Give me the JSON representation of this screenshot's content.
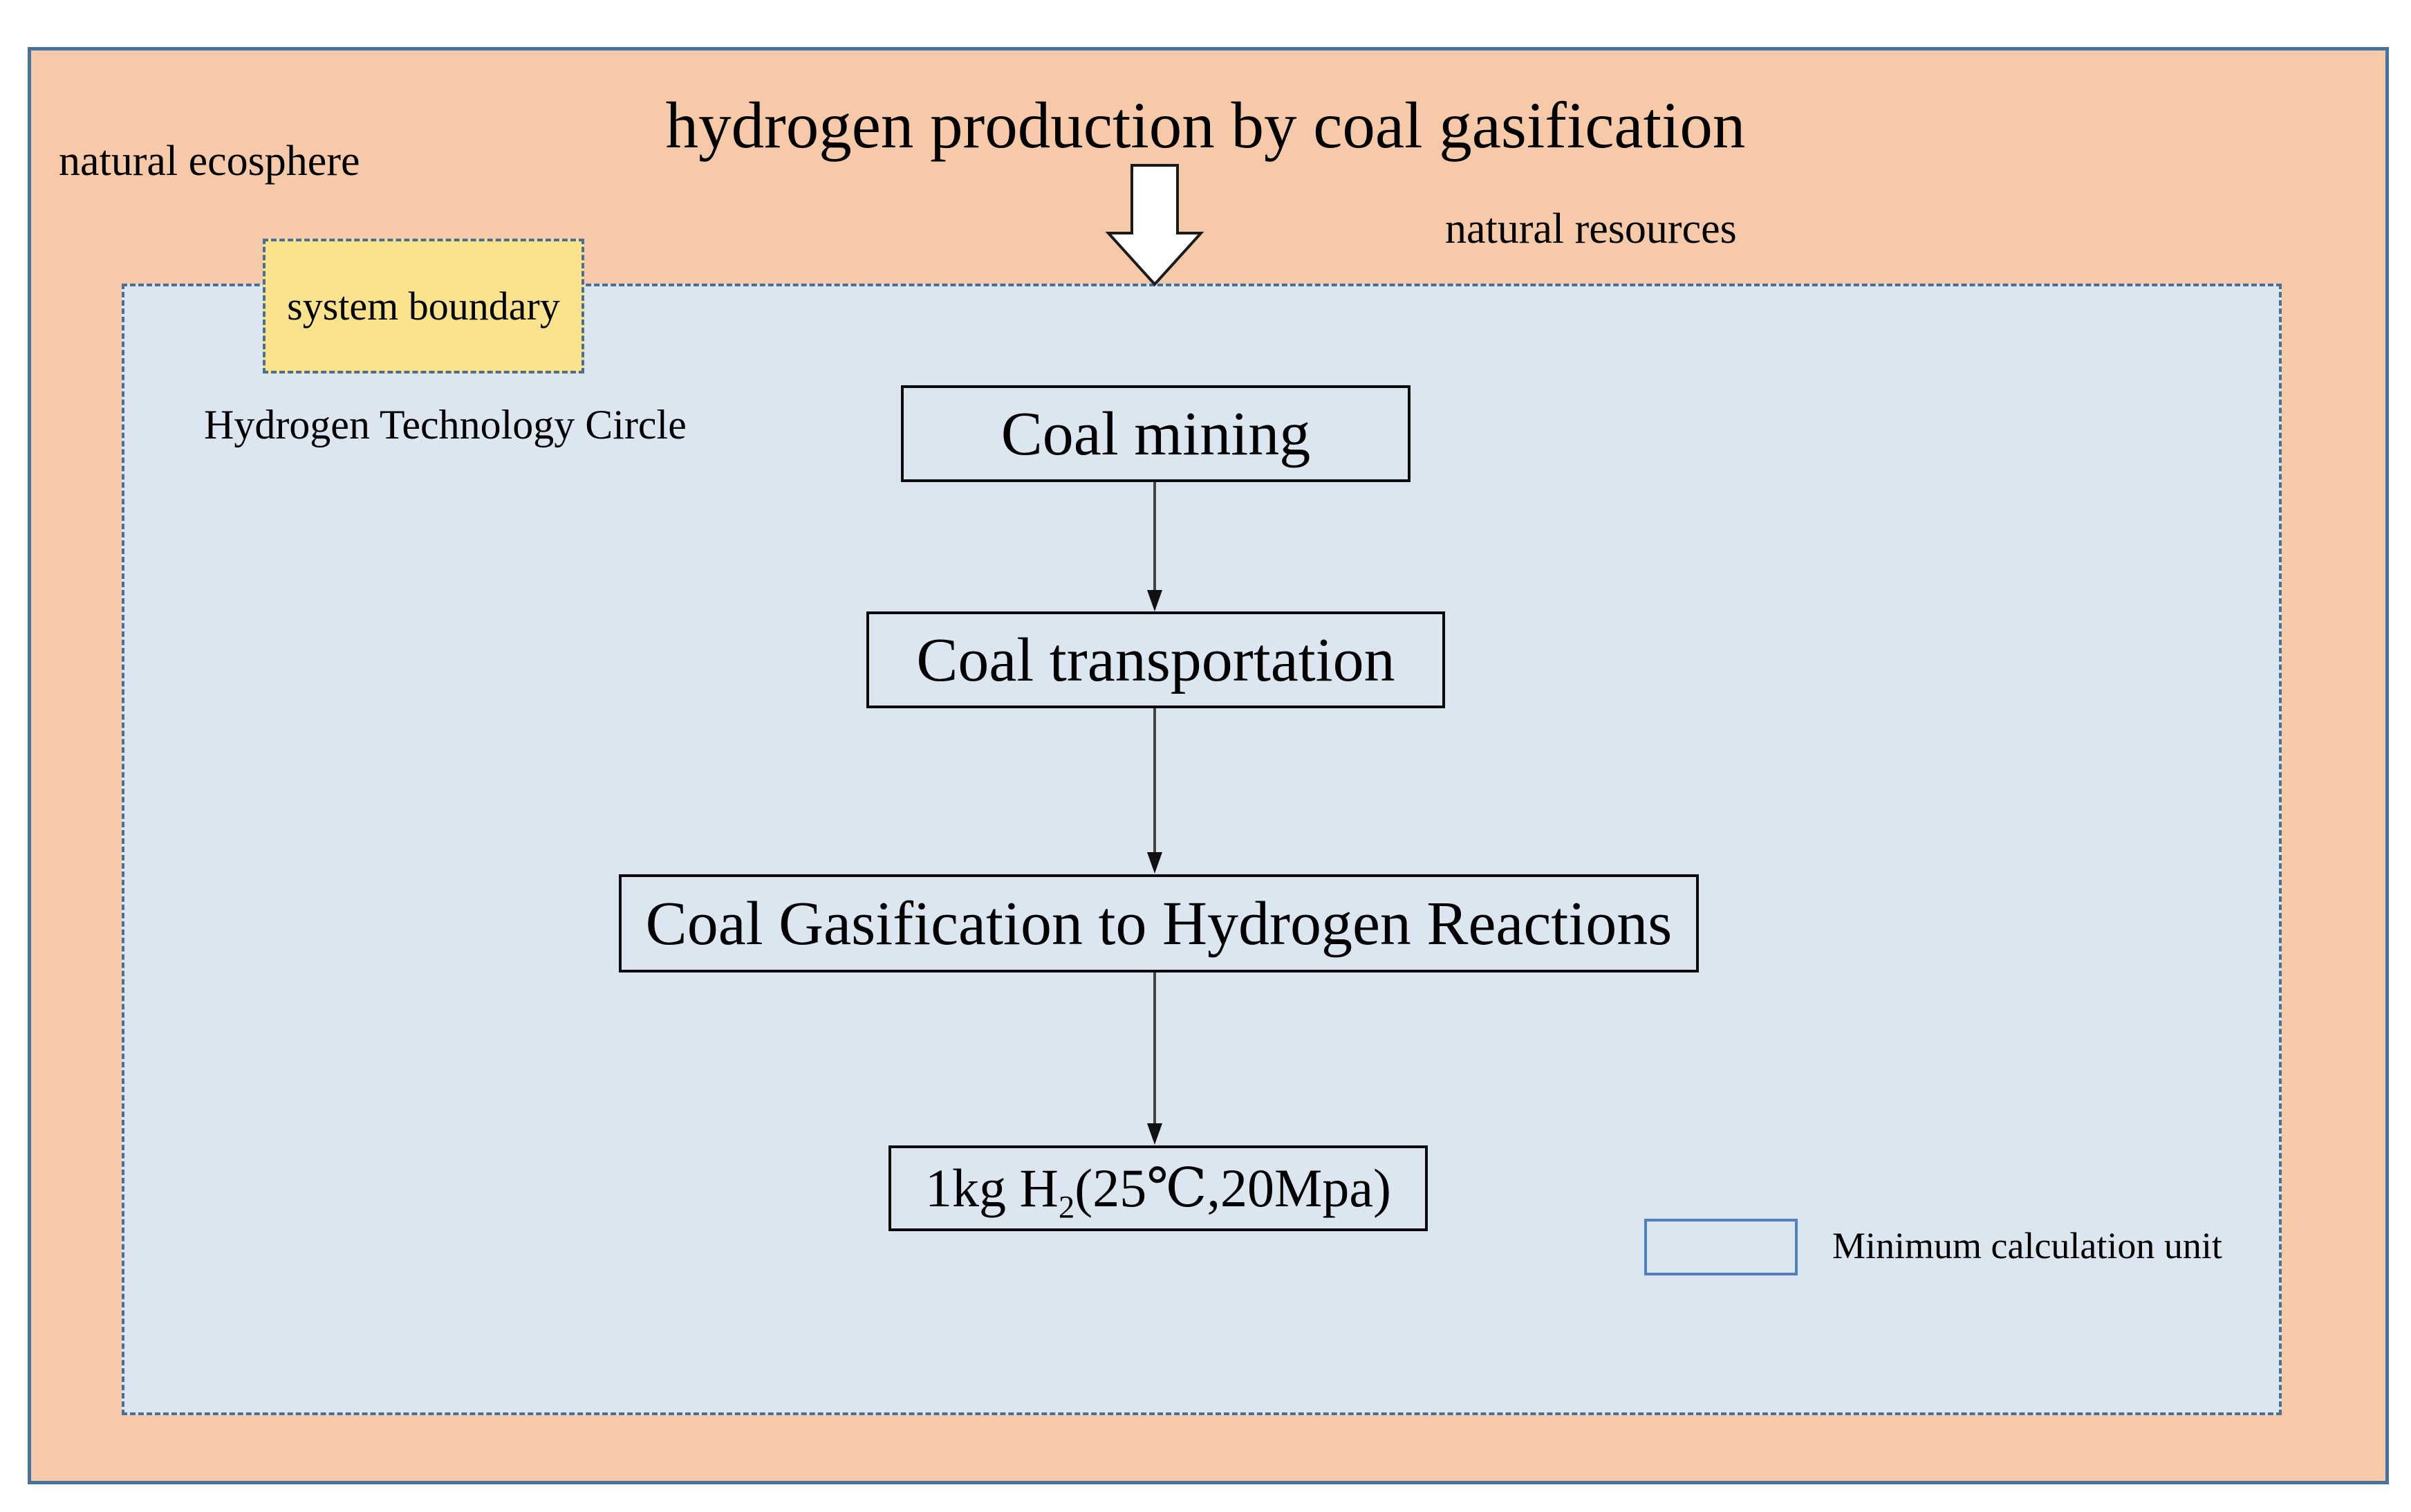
{
  "diagram": {
    "title": "hydrogen production by coal gasification",
    "ecosphere_label": "natural ecosphere",
    "resources_label": "natural resources",
    "system_boundary_label": "system boundary",
    "technology_circle_label": "Hydrogen Technology Circle",
    "flow_steps": [
      "Coal mining",
      "Coal transportation",
      "Coal Gasification to Hydrogen Reactions"
    ],
    "output_box": {
      "prefix": "1kg H",
      "subscript": "2",
      "suffix": "(25℃,20Mpa)"
    },
    "legend": {
      "label": "Minimum calculation unit"
    },
    "colors": {
      "ecosphere_fill": "#f6c9a8",
      "ecosphere_border": "#46729e",
      "system_region_fill": "#dce6f1",
      "boundary_dash": "#4a6f94",
      "system_boundary_label_fill": "#fbe38e",
      "process_box_border": "#0a0a0a",
      "legend_swatch_border": "#4f81bd",
      "block_arrow_fill": "#ffffff",
      "text": "#000000"
    }
  }
}
